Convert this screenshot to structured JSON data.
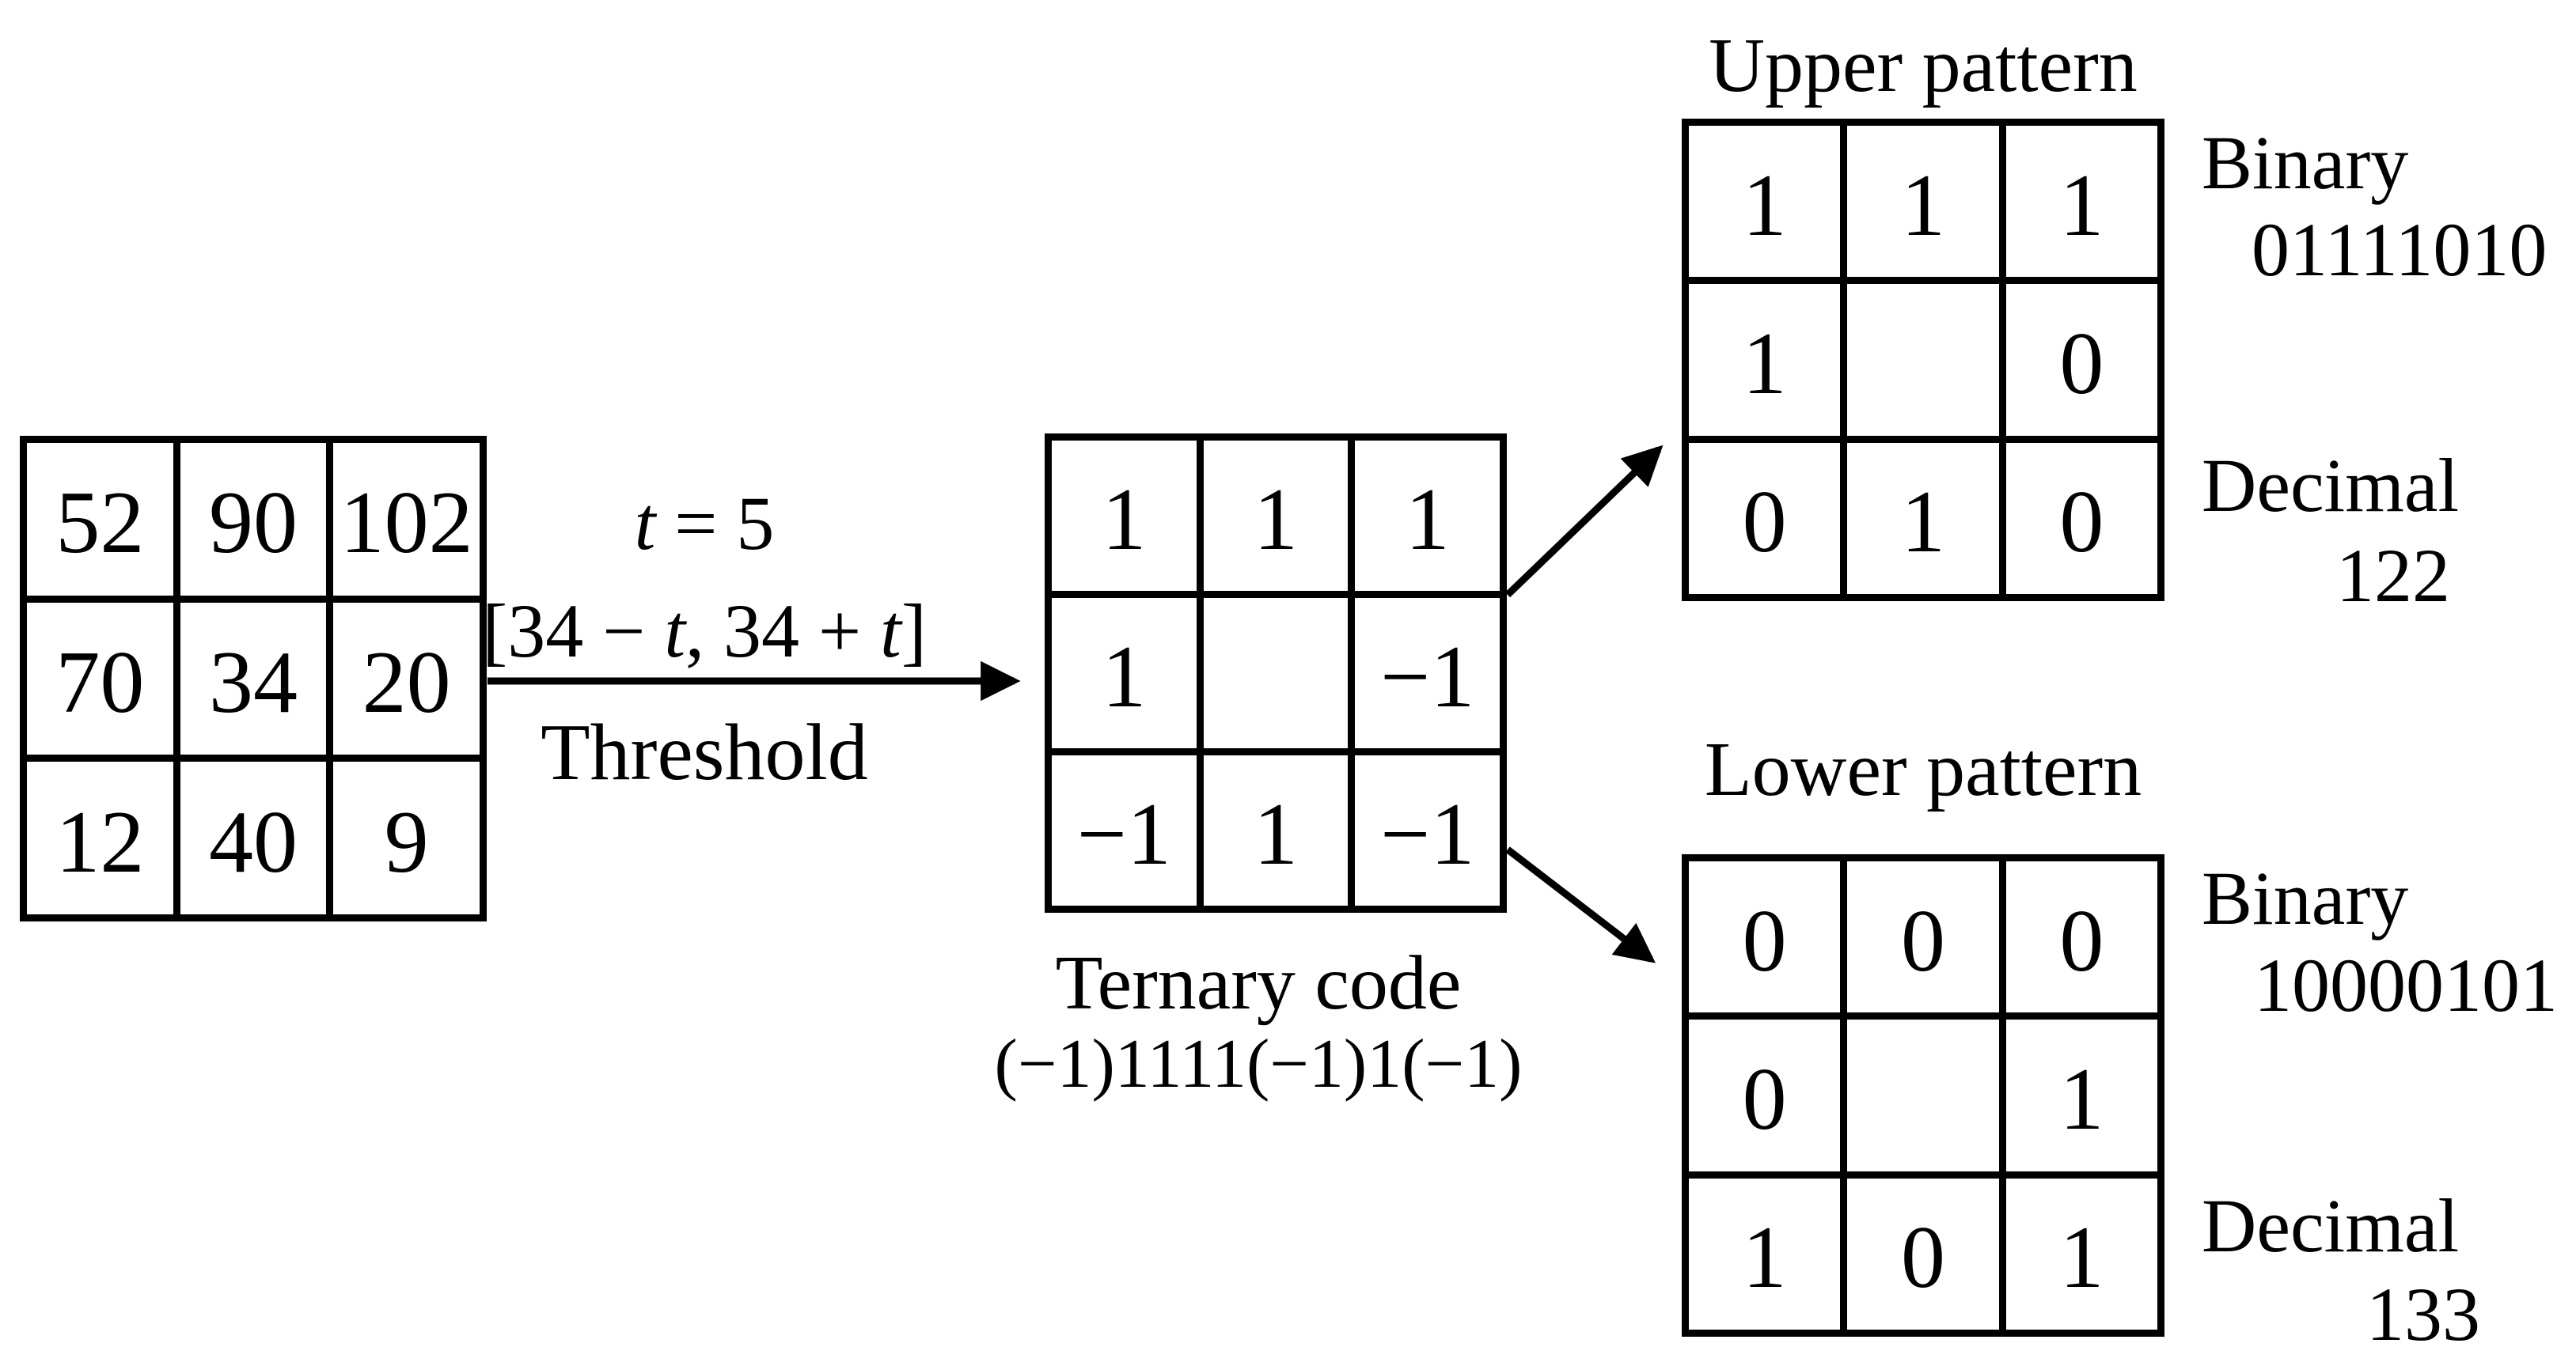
{
  "colors": {
    "ink": "#000000",
    "background": "#ffffff"
  },
  "source_grid": {
    "rows": [
      [
        "52",
        "90",
        "102"
      ],
      [
        "70",
        "34",
        "20"
      ],
      [
        "12",
        "40",
        "9"
      ]
    ]
  },
  "threshold": {
    "t_line": [
      "t",
      " = 5"
    ],
    "interval_parts": [
      "[34 − ",
      "t",
      ", 34 + ",
      "t",
      "]"
    ],
    "arrow_label": "Threshold"
  },
  "ternary": {
    "grid": [
      [
        "1",
        "1",
        "1"
      ],
      [
        "1",
        "",
        "−1"
      ],
      [
        "−1",
        "1",
        "−1"
      ]
    ],
    "caption": "Ternary code",
    "code_string": "(−1)1111(−1)1(−1)"
  },
  "upper": {
    "title": "Upper pattern",
    "grid": [
      [
        "1",
        "1",
        "1"
      ],
      [
        "1",
        "",
        "0"
      ],
      [
        "0",
        "1",
        "0"
      ]
    ],
    "binary_label": "Binary",
    "binary_value": "01111010",
    "decimal_label": "Decimal",
    "decimal_value": "122"
  },
  "lower": {
    "title": "Lower pattern",
    "grid": [
      [
        "0",
        "0",
        "0"
      ],
      [
        "0",
        "",
        "1"
      ],
      [
        "1",
        "0",
        "1"
      ]
    ],
    "binary_label": "Binary",
    "binary_value": "10000101",
    "decimal_label": "Decimal",
    "decimal_value": "133"
  }
}
